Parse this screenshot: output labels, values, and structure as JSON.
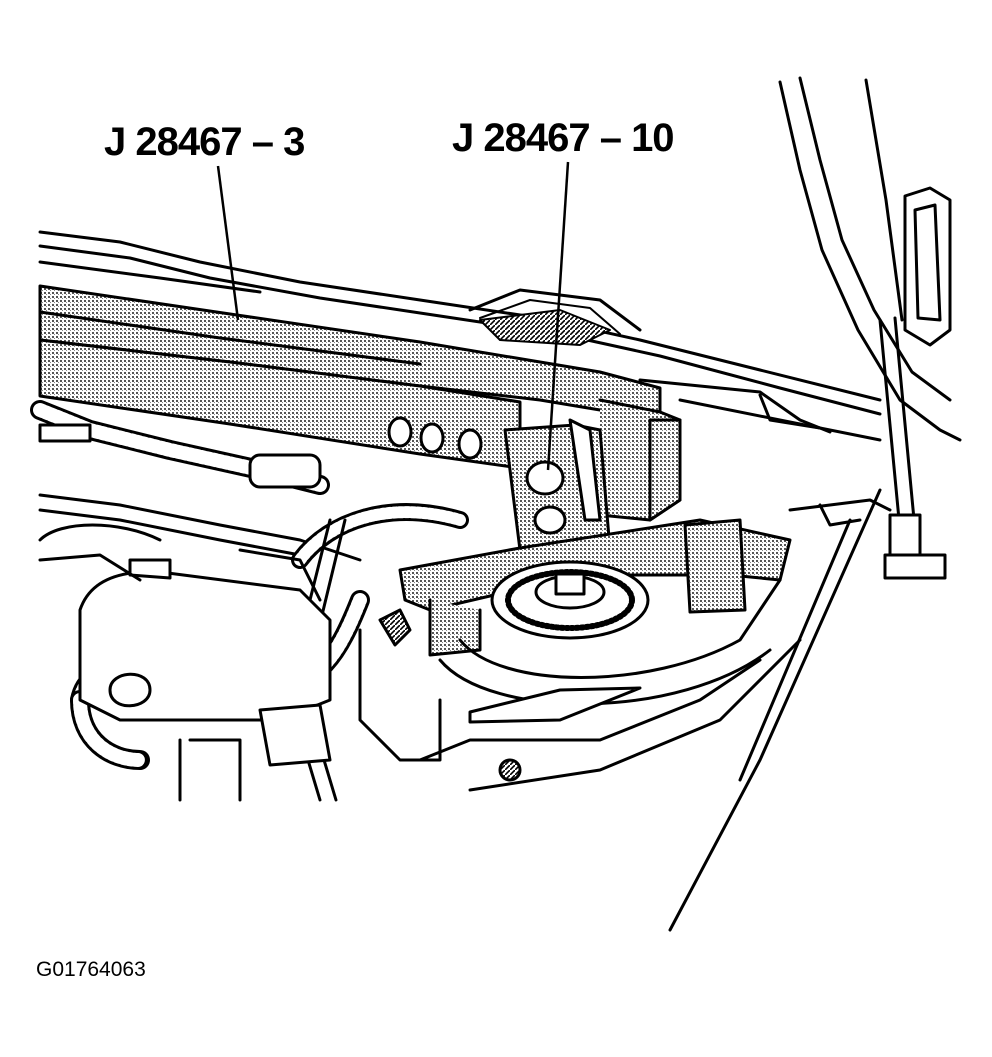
{
  "callouts": {
    "tool_a": "J 28467 – 3",
    "tool_b": "J 28467 – 10"
  },
  "figure_id": "G01764063",
  "colors": {
    "ink": "#000000",
    "screen_fill": "#bdbdbd",
    "paper": "#ffffff"
  }
}
